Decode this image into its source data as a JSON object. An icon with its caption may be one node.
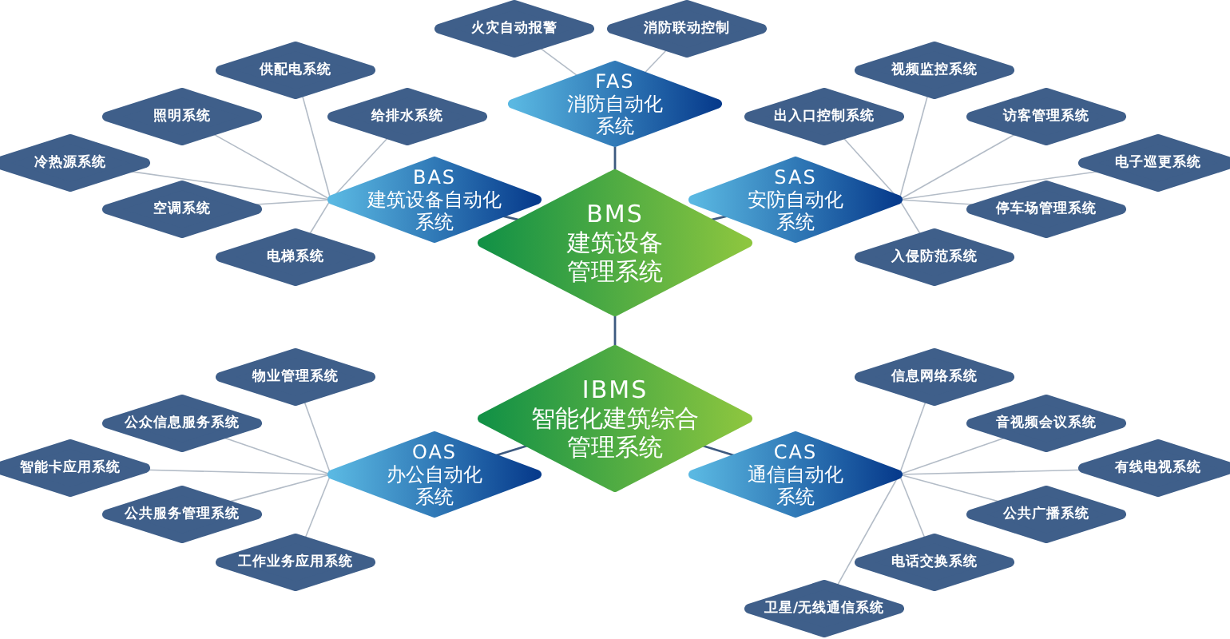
{
  "diagram": {
    "nodes": [
      {
        "text": [
          "FAS",
          "消防自动化系统"
        ]
      },
      {
        "text": [
          "火灾自动报警"
        ]
      },
      {
        "text": [
          "消防联动控制"
        ]
      },
      {
        "text": [
          "BAS",
          "建筑设备自动化系统"
        ]
      },
      {
        "text": [
          "供配电系统"
        ]
      },
      {
        "text": [
          "照明系统"
        ]
      },
      {
        "text": [
          "给排水系统"
        ]
      },
      {
        "text": [
          "冷热源系统"
        ]
      },
      {
        "text": [
          "空调系统"
        ]
      },
      {
        "text": [
          "电梯系统"
        ]
      },
      {
        "text": [
          "SAS",
          "安防自动化系统"
        ]
      },
      {
        "text": [
          "出入口控制系统"
        ]
      },
      {
        "text": [
          "视频监控系统"
        ]
      },
      {
        "text": [
          "访客管理系统"
        ]
      },
      {
        "text": [
          "电子巡更系统"
        ]
      },
      {
        "text": [
          "停车场管理系统"
        ]
      },
      {
        "text": [
          "入侵防范系统"
        ]
      },
      {
        "text": [
          "BMS",
          "建筑设备管理系统"
        ]
      },
      {
        "text": [
          "IBMS",
          "智能化建筑综合管理系统"
        ]
      },
      {
        "text": [
          "OAS",
          "办公自动化系统"
        ]
      },
      {
        "text": [
          "物业管理系统"
        ]
      },
      {
        "text": [
          "公众信息服务系统"
        ]
      },
      {
        "text": [
          "智能卡应用系统"
        ]
      },
      {
        "text": [
          "公共服务管理系统"
        ]
      },
      {
        "text": [
          "工作业务应用系统"
        ]
      },
      {
        "text": [
          "CAS",
          "通信自动化系统"
        ]
      },
      {
        "text": [
          "信息网络系统"
        ]
      },
      {
        "text": [
          "音视频会议系统"
        ]
      },
      {
        "text": [
          "有线电视系统"
        ]
      },
      {
        "text": [
          "公共广播系统"
        ]
      },
      {
        "text": [
          "电话交换系统"
        ]
      },
      {
        "text": [
          "卫星/无线通信系统"
        ]
      }
    ],
    "edges": [
      {
        "from": 0,
        "to": 17,
        "arrow": "none",
        "color": "#3d5a80"
      },
      {
        "from": 3,
        "to": 17,
        "arrow": "none",
        "color": "#3d5a80"
      },
      {
        "from": 10,
        "to": 17,
        "arrow": "none",
        "color": "#3d5a80"
      },
      {
        "from": 17,
        "to": 18,
        "arrow": "none",
        "color": "#3d5a80"
      },
      {
        "from": 19,
        "to": 18,
        "arrow": "none",
        "color": "#3d5a80"
      },
      {
        "from": 25,
        "to": 18,
        "arrow": "none",
        "color": "#3d5a80"
      },
      {
        "from": 0,
        "to": 1,
        "arrow": "none"
      },
      {
        "from": 0,
        "to": 2,
        "arrow": "none"
      },
      {
        "from": 3,
        "to": 4,
        "arrow": "none"
      },
      {
        "from": 3,
        "to": 5,
        "arrow": "none"
      },
      {
        "from": 3,
        "to": 6,
        "arrow": "none"
      },
      {
        "from": 3,
        "to": 7,
        "arrow": "none"
      },
      {
        "from": 3,
        "to": 8,
        "arrow": "none"
      },
      {
        "from": 3,
        "to": 9,
        "arrow": "none"
      },
      {
        "from": 10,
        "to": 11,
        "arrow": "none"
      },
      {
        "from": 10,
        "to": 12,
        "arrow": "none"
      },
      {
        "from": 10,
        "to": 13,
        "arrow": "none"
      },
      {
        "from": 10,
        "to": 14,
        "arrow": "none"
      },
      {
        "from": 10,
        "to": 15,
        "arrow": "none"
      },
      {
        "from": 10,
        "to": 16,
        "arrow": "none"
      },
      {
        "from": 19,
        "to": 20,
        "arrow": "none"
      },
      {
        "from": 19,
        "to": 21,
        "arrow": "none"
      },
      {
        "from": 19,
        "to": 22,
        "arrow": "none"
      },
      {
        "from": 19,
        "to": 23,
        "arrow": "none"
      },
      {
        "from": 19,
        "to": 24,
        "arrow": "none"
      },
      {
        "from": 25,
        "to": 26,
        "arrow": "none"
      },
      {
        "from": 25,
        "to": 27,
        "arrow": "none"
      },
      {
        "from": 25,
        "to": 28,
        "arrow": "none"
      },
      {
        "from": 25,
        "to": 29,
        "arrow": "none"
      },
      {
        "from": 25,
        "to": 30,
        "arrow": "none"
      },
      {
        "from": 25,
        "to": 31,
        "arrow": "none"
      }
    ]
  }
}
